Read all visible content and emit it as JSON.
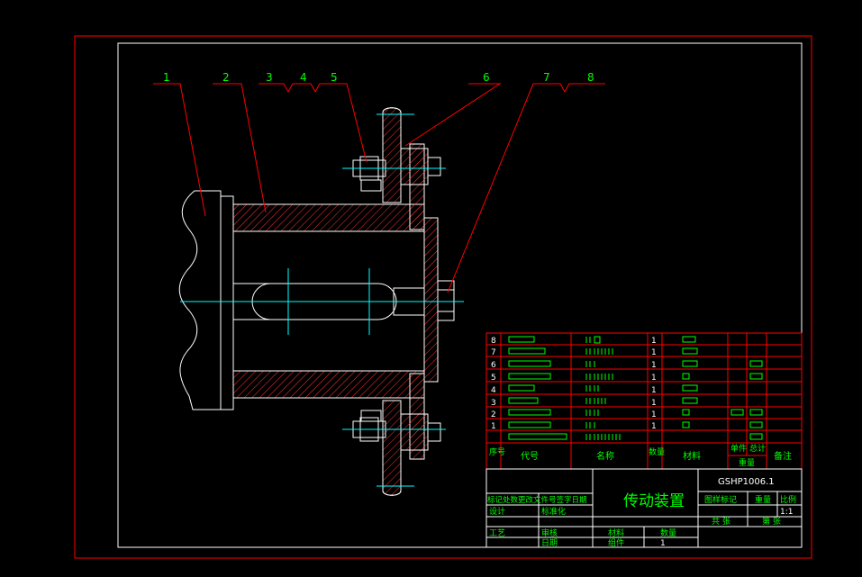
{
  "drawing": {
    "colors": {
      "background": "#000000",
      "frame": "#ff0000",
      "part": "#ffffff",
      "center": "#00ffff",
      "text": "#00ff00",
      "hatch": "#ff0000"
    },
    "balloons": [
      "1",
      "2",
      "3",
      "4",
      "5",
      "6",
      "7",
      "8"
    ]
  },
  "bom": {
    "rows": [
      {
        "seq": "8",
        "qty": "1"
      },
      {
        "seq": "7",
        "qty": "1"
      },
      {
        "seq": "6",
        "qty": "1"
      },
      {
        "seq": "5",
        "qty": "1"
      },
      {
        "seq": "4",
        "qty": "1"
      },
      {
        "seq": "3",
        "qty": "1"
      },
      {
        "seq": "2",
        "qty": "1"
      },
      {
        "seq": "1",
        "qty": "1"
      }
    ],
    "header": {
      "seq": "序号",
      "code": "代号",
      "name": "名称",
      "qty": "数量",
      "material": "材料",
      "single": "单件",
      "total": "总计",
      "weight": "重量",
      "remark": "备注"
    }
  },
  "title_block": {
    "drawing_no": "GSHP1006.1",
    "title": "传动装置",
    "rev_row": "标记处数更改文件号签字日期",
    "design": "设计",
    "standardize": "标准化",
    "craft": "工艺",
    "review": "审核",
    "date": "日期",
    "stage_label": "图样标记",
    "weight_label": "重量",
    "scale_label": "比例",
    "scale": "1:1",
    "sheets": "共 张",
    "sheet_no": "第 张",
    "material_label": "材料",
    "qty_label": "数量",
    "group_label": "组件",
    "qty_value": "1"
  }
}
